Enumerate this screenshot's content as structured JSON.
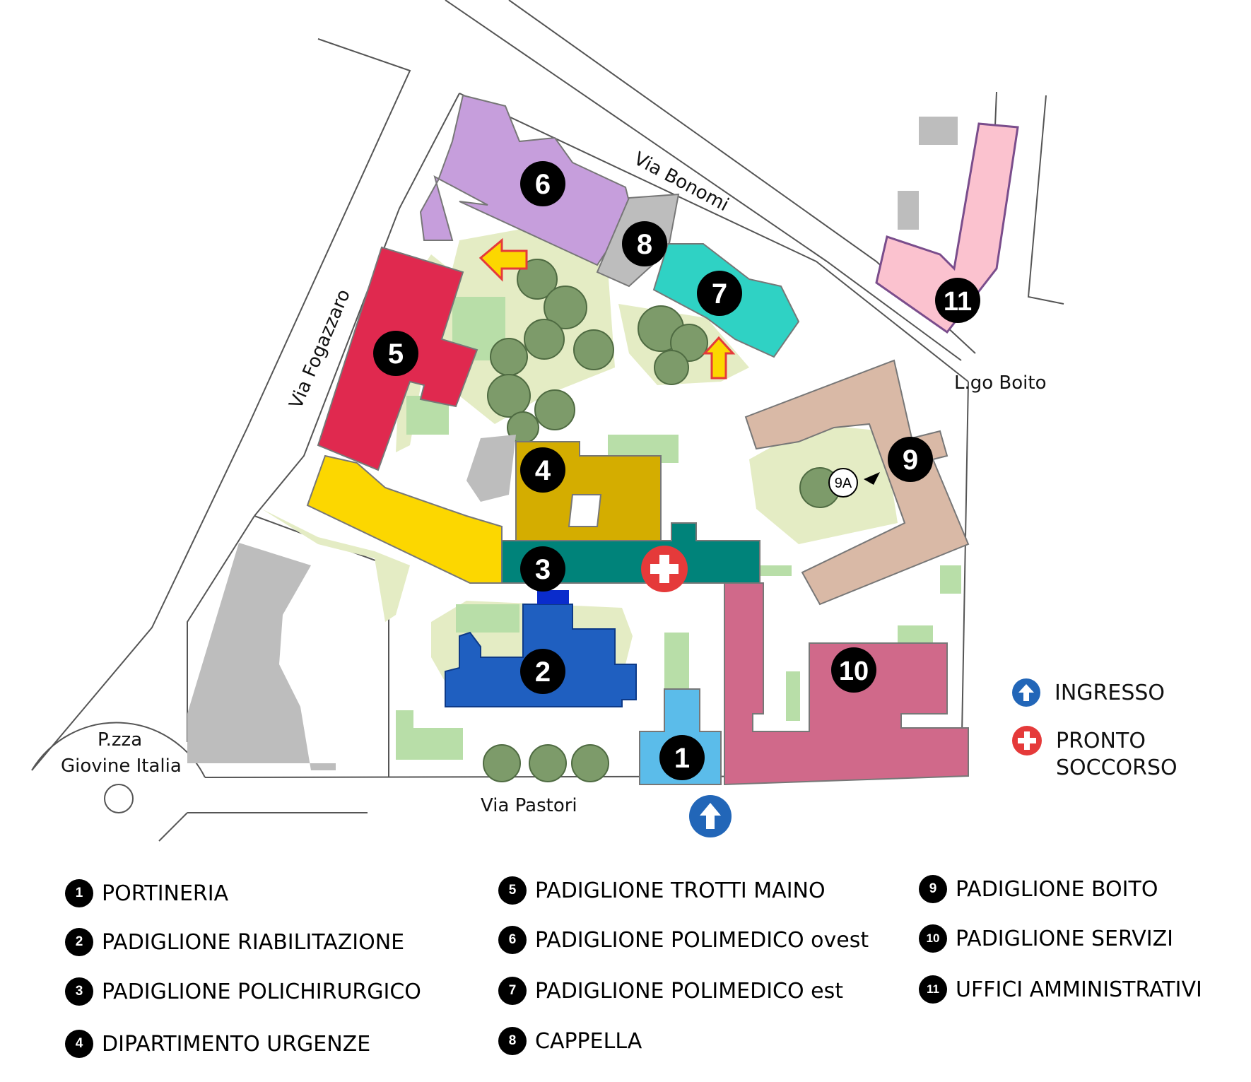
{
  "streets": {
    "bonomi": "Via Bonomi",
    "fogazzaro": "Via Fogazzaro",
    "boito": "L.go Boito",
    "pastori": "Via Pastori",
    "piazza_line1": "P.zza",
    "piazza_line2": "Giovine Italia"
  },
  "markers": {
    "m1": "1",
    "m2": "2",
    "m3": "3",
    "m4": "4",
    "m5": "5",
    "m6": "6",
    "m7": "7",
    "m8": "8",
    "m9": "9",
    "m9a": "9A",
    "m10": "10",
    "m11": "11"
  },
  "map_key": {
    "entrance": "INGRESSO",
    "emergency_line1": "PRONTO",
    "emergency_line2": "SOCCORSO"
  },
  "legend": [
    {
      "num": "1",
      "label": "PORTINERIA",
      "suffix": ""
    },
    {
      "num": "2",
      "label": "PADIGLIONE RIABILITAZIONE",
      "suffix": ""
    },
    {
      "num": "3",
      "label": "PADIGLIONE POLICHIRURGICO",
      "suffix": ""
    },
    {
      "num": "4",
      "label": "DIPARTIMENTO URGENZE",
      "suffix": ""
    },
    {
      "num": "5",
      "label": "PADIGLIONE TROTTI MAINO",
      "suffix": ""
    },
    {
      "num": "6",
      "label": "PADIGLIONE POLIMEDICO",
      "suffix": "ovest"
    },
    {
      "num": "7",
      "label": "PADIGLIONE POLIMEDICO",
      "suffix": "est"
    },
    {
      "num": "8",
      "label": "CAPPELLA",
      "suffix": ""
    },
    {
      "num": "9",
      "label": "PADIGLIONE BOITO",
      "suffix": ""
    },
    {
      "num": "10",
      "label": "PADIGLIONE SERVIZI",
      "suffix": ""
    },
    {
      "num": "11",
      "label": "UFFICI AMMINISTRATIVI",
      "suffix": ""
    }
  ],
  "colors": {
    "b1": "#5bbcea",
    "b2": "#1f5fc0",
    "b3": "#00837a",
    "b4": "#d4ad00",
    "b5": "#e0294f",
    "b6": "#c69edc",
    "b7": "#2fd2c4",
    "b8": "#bdbdbd",
    "b9": "#d9b9a6",
    "b10": "#d0698a",
    "b11": "#fbc2cf",
    "yellow_wing": "#fcd700",
    "green": "#e4ecc4",
    "lawn": "#b8dea8",
    "entrance": "#2266b8",
    "emergency": "#e53a3a"
  }
}
